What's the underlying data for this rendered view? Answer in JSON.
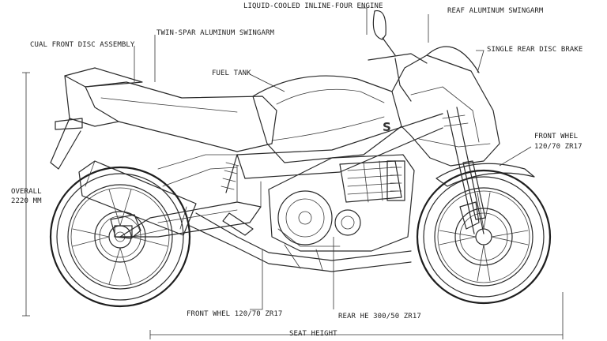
{
  "callouts": {
    "engine": "LIQUID-COOLED INLINE-FOUR ENGINE",
    "rear_swingarm": "REAF ALUMINUM SWINGARM",
    "front_disc": "CUAL FRONT DISC ASSEMBLY",
    "twin_spar": "TWIN-SPAR ALUMINUM SWINGARM",
    "single_rear_disc": "SINGLE REAR DISC BRAKE",
    "fuel_tank": "FUEL TANK",
    "front_wheel_right": "FRONT WHEL",
    "front_wheel_right_size": "120/70 ZR17",
    "overall_label": "OVERALL",
    "overall_value": "2220 MM",
    "front_wheel_bottom": "FRONT WHEL 120/70 ZR17",
    "rear_tire_bottom": "REAR HE 300/50 ZR17",
    "seat_height": "SEAT HEIGHT"
  },
  "tank_logo": "S"
}
